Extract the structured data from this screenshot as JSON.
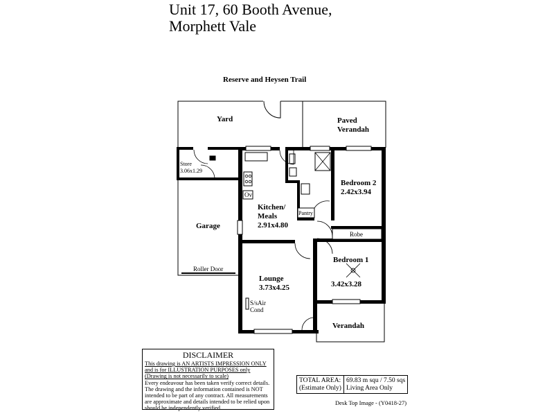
{
  "header": {
    "address_line1": "Unit 17,  60 Booth Avenue,",
    "address_line2": "Morphett Vale"
  },
  "plan": {
    "boundary_label": "Reserve and Heysen Trail",
    "rooms": {
      "yard": "Yard",
      "paved_verandah_1": "Paved",
      "paved_verandah_2": "Verandah",
      "store_name": "Store",
      "store_size": "3.06x1.29",
      "garage": "Garage",
      "roller_door": "Roller Door",
      "kitchen_1": "Kitchen/",
      "kitchen_2": "Meals",
      "kitchen_size": "2.91x4.80",
      "oven": "Ov",
      "pantry": "Pantry",
      "bedroom2": "Bedroom 2",
      "bedroom2_size": "2.42x3.94",
      "robe": "Robe",
      "bedroom1": "Bedroom 1",
      "bedroom1_size": "3.42x3.28",
      "lounge": "Lounge",
      "lounge_size": "3.73x4.25",
      "aircond_1": "S/sAir",
      "aircond_2": "Cond",
      "verandah": "Verandah"
    }
  },
  "disclaimer": {
    "title": "DISCLAIMER",
    "line1": "This drawing is AN ARTISTS IMPRESSION ONLY",
    "line2": "and is for ILLUSTRATION PURPOSES only",
    "line3": "(Drawing is not necessarily to scale)",
    "body": "Every endeavour has been taken verify correct details. The drawing and the information contained is NOT intended to be part of any contract.  All measurements are approximate and details intended to be relied upon should be independently verified."
  },
  "area": {
    "label1": "TOTAL AREA:",
    "label2": "(Estimate Only)",
    "value1": "69.83 m squ /  7.50 sqs",
    "value2": "Living Area Only"
  },
  "footer": {
    "image_ref": "Desk Top Image  - (Y0418-27)"
  }
}
